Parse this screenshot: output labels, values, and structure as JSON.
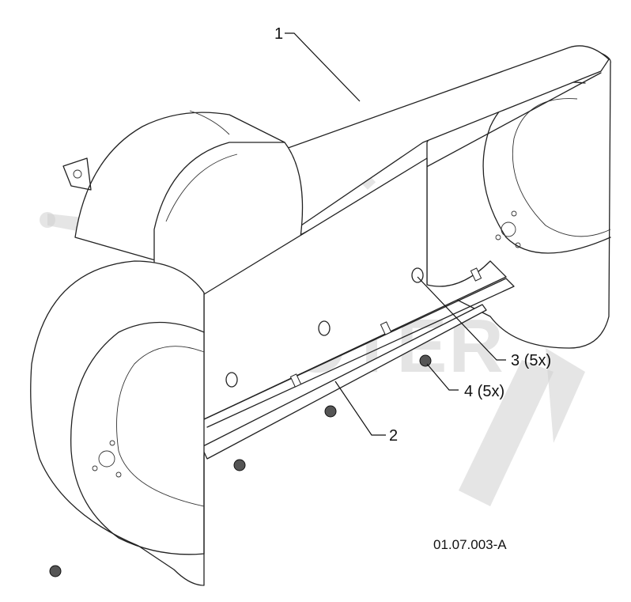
{
  "diagram": {
    "callouts": [
      {
        "id": "1",
        "label": "1"
      },
      {
        "id": "2",
        "label": "2"
      },
      {
        "id": "3",
        "label": "3 (5x)"
      },
      {
        "id": "4",
        "label": "4 (5x)"
      }
    ],
    "drawing_code": "01.07.003-A"
  },
  "watermark": {
    "text": "SCOOTER",
    "color": "#cfcfcf"
  }
}
